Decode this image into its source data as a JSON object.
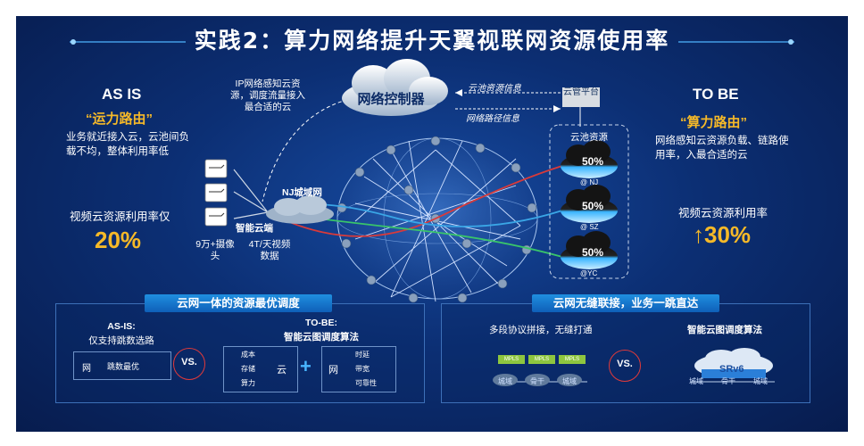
{
  "title": "实践2：算力网络提升天翼视联网资源使用率",
  "as_is": {
    "heading": "AS IS",
    "subtitle": "“运力路由”",
    "description": "业务就近接入云，云池间负载不均，整体利用率低",
    "metric_label": "视频云资源利用率仅",
    "metric_value": "20%"
  },
  "to_be": {
    "heading": "TO BE",
    "subtitle": "“算力路由”",
    "description": "网络感知云资源负载、链路使用率，入最合适的云",
    "metric_label": "视频云资源利用率",
    "metric_value": "↑30%"
  },
  "network": {
    "cloud_note": "IP网络感知云资源，调度流量接入最合适的云",
    "controller": "网络控制器",
    "pool_info": "云池资源信息",
    "path_info": "网络路径信息",
    "mgmt_platform": "云管平台",
    "pool_title": "云池资源",
    "pools": [
      {
        "pct": "50%",
        "loc": "@ NJ"
      },
      {
        "pct": "50%",
        "loc": "@ SZ"
      },
      {
        "pct": "50%",
        "loc": "@YC"
      }
    ],
    "metro": "NJ城域网",
    "edge": "智能云端",
    "cameras": "9万+摄像头",
    "video": "4T/天视频数据"
  },
  "left_section": {
    "bar": "云网一体的资源最优调度",
    "asis_title": "AS-IS:",
    "asis_desc": "仅支持跳数选路",
    "net_label": "网",
    "hop_label": "跳数最优",
    "vs": "VS.",
    "tobe_title": "TO-BE:",
    "tobe_desc": "智能云图调度算法",
    "cloud_items": [
      "成本",
      "存储",
      "算力"
    ],
    "cloud_label": "云",
    "plus": "+",
    "net_items": [
      "时延",
      "带宽",
      "可靠性"
    ]
  },
  "right_section": {
    "bar": "云网无缝联接，业务一跳直达",
    "multi_protocol": "多段协议拼接，无缝打通",
    "algo": "智能云图调度算法",
    "mpls_tags": [
      "MPLS",
      "MPLS",
      "MPLS"
    ],
    "nodes_left": [
      "城域",
      "骨干",
      "城域"
    ],
    "vs": "VS.",
    "srv6": "SRv6",
    "nodes_right": [
      "城域",
      "骨干",
      "城域"
    ]
  }
}
